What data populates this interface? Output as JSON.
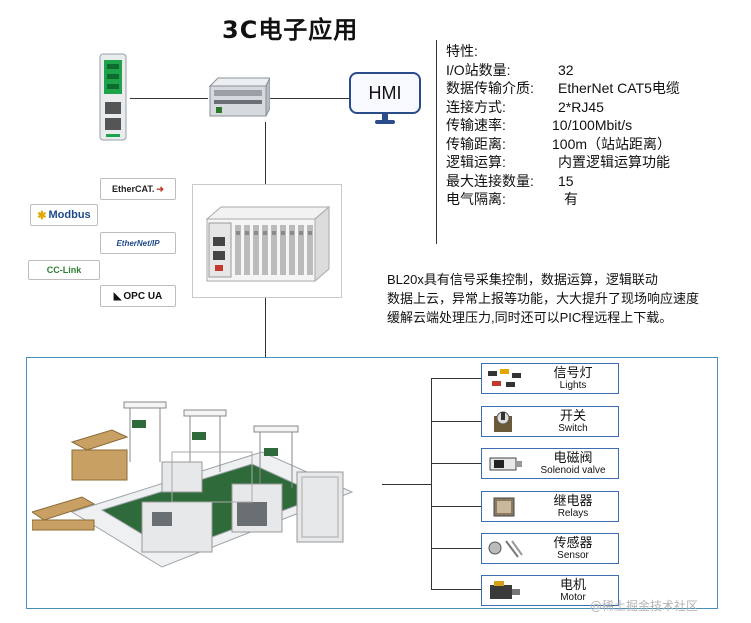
{
  "title": "3C电子应用",
  "hmi_label": "HMI",
  "protocols": [
    "EtherCAT.",
    "Modbus",
    "EtherNet/IP",
    "CC-Link",
    "OPC UA"
  ],
  "features": {
    "heading": "特性:",
    "rows": [
      {
        "label": "I/O站数量:",
        "value": "32"
      },
      {
        "label": "数据传输介质:",
        "value": "EtherNet CAT5电缆"
      },
      {
        "label": "连接方式:",
        "value": "2*RJ45"
      },
      {
        "label": "传输速率:",
        "value": "10/100Mbit/s"
      },
      {
        "label": "传输距离:",
        "value": "100m（站站距离）"
      },
      {
        "label": "逻辑运算:",
        "value": "内置逻辑运算功能"
      },
      {
        "label": "最大连接数量:",
        "value": "15"
      },
      {
        "label": "电气隔离:",
        "value": "有"
      }
    ]
  },
  "description": [
    "BL20x具有信号采集控制，数据运算，逻辑联动",
    "数据上云，异常上报等功能，大大提升了现场响应速度",
    "缓解云端处理压力,同时还可以PIC程远程上下载。"
  ],
  "components": [
    {
      "cn": "信号灯",
      "en": "Lights",
      "icon": "lights-icon"
    },
    {
      "cn": "开关",
      "en": "Switch",
      "icon": "switch-icon"
    },
    {
      "cn": "电磁阀",
      "en": "Solenoid valve",
      "icon": "solenoid-valve-icon"
    },
    {
      "cn": "继电器",
      "en": "Relays",
      "icon": "relay-icon"
    },
    {
      "cn": "传感器",
      "en": "Sensor",
      "icon": "sensor-icon"
    },
    {
      "cn": "电机",
      "en": "Motor",
      "icon": "motor-icon"
    }
  ],
  "watermark": "@稀土掘金技术社区",
  "colors": {
    "frame": "#4a90b8",
    "box_border": "#3d6fb0",
    "hmi_border": "#2a4c8a"
  }
}
